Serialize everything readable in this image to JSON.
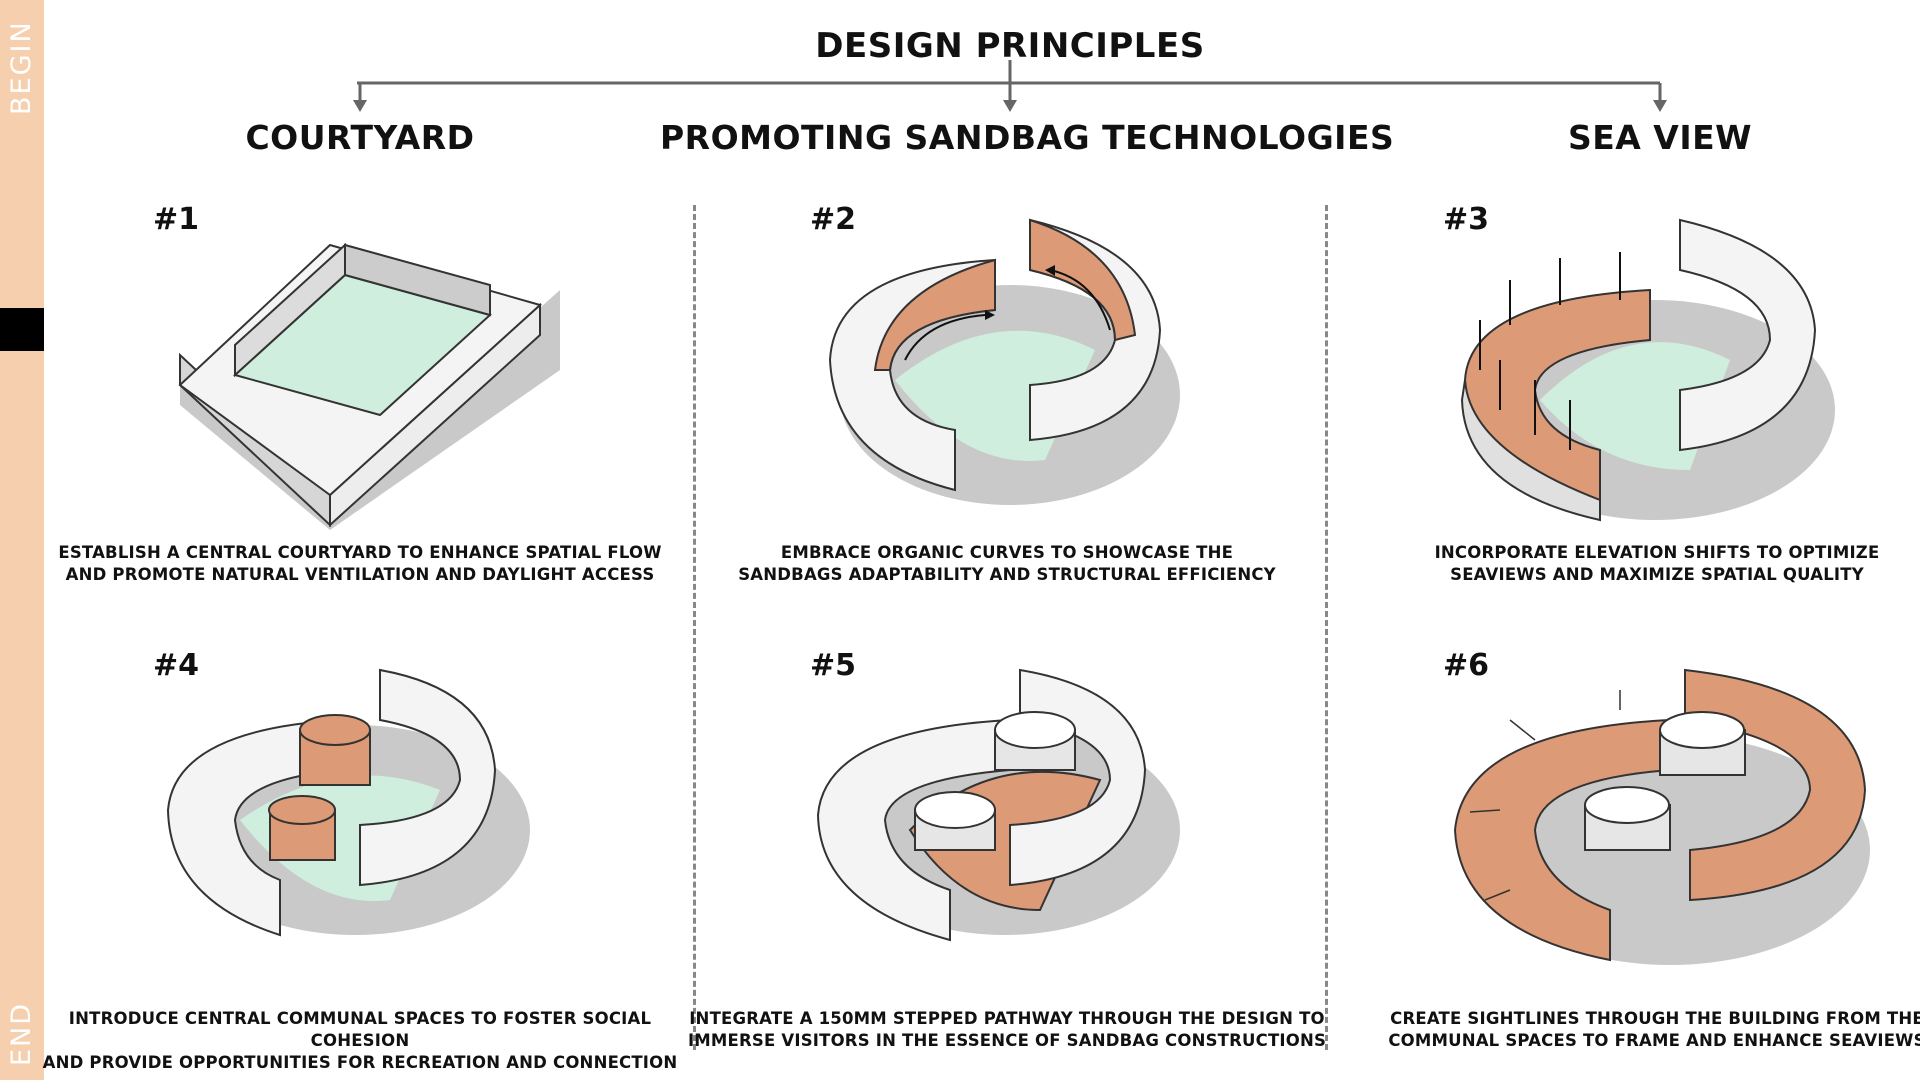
{
  "sidebar": {
    "begin_label": "BEGIN",
    "end_label": "END"
  },
  "title": "DESIGN PRINCIPLES",
  "categories": [
    "COURTYARD",
    "PROMOTING SANDBAG TECHNOLOGIES",
    "SEA VIEW"
  ],
  "principles": [
    {
      "number": "#1",
      "caption_line1": "ESTABLISH A CENTRAL COURTYARD TO ENHANCE SPATIAL FLOW",
      "caption_line2": "AND PROMOTE NATURAL VENTILATION AND DAYLIGHT ACCESS"
    },
    {
      "number": "#2",
      "caption_line1": "EMBRACE ORGANIC CURVES TO SHOWCASE THE",
      "caption_line2": "SANDBAGS ADAPTABILITY AND STRUCTURAL EFFICIENCY"
    },
    {
      "number": "#3",
      "caption_line1": "INCORPORATE  ELEVATION  SHIFTS  TO  OPTIMIZE",
      "caption_line2": "SEAVIEWS AND MAXIMIZE SPATIAL QUALITY"
    },
    {
      "number": "#4",
      "caption_line1": "INTRODUCE CENTRAL COMMUNAL SPACES TO FOSTER SOCIAL COHESION",
      "caption_line2": "AND PROVIDE OPPORTUNITIES FOR RECREATION AND CONNECTION"
    },
    {
      "number": "#5",
      "caption_line1": "INTEGRATE A 150MM STEPPED PATHWAY THROUGH THE DESIGN TO",
      "caption_line2": "IMMERSE VISITORS IN THE ESSENCE OF SANDBAG CONSTRUCTIONS"
    },
    {
      "number": "#6",
      "caption_line1": "CREATE SIGHTLINES THROUGH THE BUILDING FROM THE",
      "caption_line2": "COMMUNAL SPACES TO FRAME AND ENHANCE SEAVIEWS"
    }
  ],
  "colors": {
    "sidebar": "#f5cfae",
    "sandbag": "#dd9a76",
    "courtyard": "#cfeedd",
    "wall": "#f4f4f4",
    "shadow": "#c9c9c9"
  }
}
